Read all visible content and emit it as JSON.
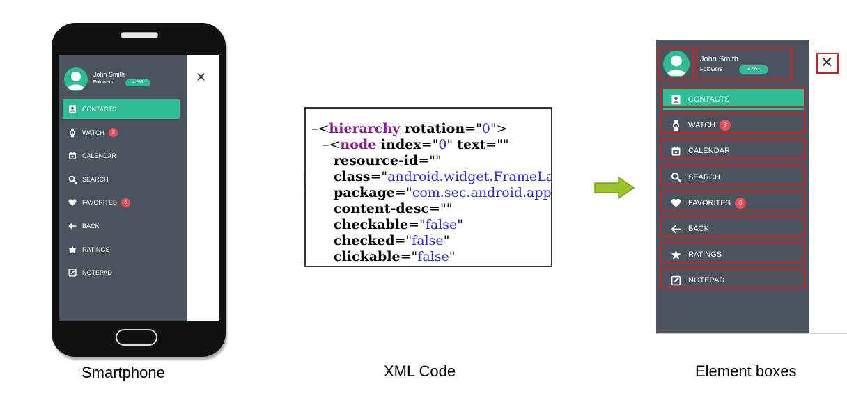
{
  "captions": {
    "smartphone": "Smartphone",
    "xml": "XML Code",
    "element_boxes": "Element boxes"
  },
  "profile": {
    "name": "John Smith",
    "followers_label": "Folowers",
    "followers_count": "4.563"
  },
  "menu": [
    {
      "label": "CONTACTS",
      "icon": "contacts-icon",
      "active": true
    },
    {
      "label": "WATCH",
      "icon": "watch-icon",
      "badge": "3"
    },
    {
      "label": "CALENDAR",
      "icon": "calendar-icon"
    },
    {
      "label": "SEARCH",
      "icon": "search-icon"
    },
    {
      "label": "FAVORITES",
      "icon": "heart-icon",
      "badge": "6"
    },
    {
      "label": "BACK",
      "icon": "back-arrow-icon"
    },
    {
      "label": "RATINGS",
      "icon": "star-icon"
    },
    {
      "label": "NOTEPAD",
      "icon": "notepad-icon"
    }
  ],
  "close_symbol": "✕",
  "xml_lines": [
    [
      [
        "d",
        "–<"
      ],
      [
        "t",
        "hierarchy"
      ],
      [
        "k",
        " rotation"
      ],
      [
        "d",
        "=\""
      ],
      [
        "v",
        "0"
      ],
      [
        "d",
        "\">"
      ]
    ],
    [
      [
        "d",
        "–<"
      ],
      [
        "t",
        "node"
      ],
      [
        "k",
        " index"
      ],
      [
        "d",
        "=\""
      ],
      [
        "v",
        "0"
      ],
      [
        "d",
        "\" "
      ],
      [
        "k",
        "text"
      ],
      [
        "d",
        "=\"\""
      ]
    ],
    [
      [
        "k",
        "resource-id"
      ],
      [
        "d",
        "=\"\""
      ]
    ],
    [
      [
        "k",
        "class"
      ],
      [
        "d",
        "=\""
      ],
      [
        "v",
        "android.widget.FrameLa"
      ]
    ],
    [
      [
        "k",
        "package"
      ],
      [
        "d",
        "=\""
      ],
      [
        "v",
        "com.sec.android.app"
      ]
    ],
    [
      [
        "k",
        "content-desc"
      ],
      [
        "d",
        "=\"\""
      ]
    ],
    [
      [
        "k",
        "checkable"
      ],
      [
        "d",
        "=\""
      ],
      [
        "v",
        "false"
      ],
      [
        "d",
        "\""
      ]
    ],
    [
      [
        "k",
        "checked"
      ],
      [
        "d",
        "=\""
      ],
      [
        "v",
        "false"
      ],
      [
        "d",
        "\""
      ]
    ],
    [
      [
        "k",
        "clickable"
      ],
      [
        "d",
        "=\""
      ],
      [
        "v",
        "false"
      ],
      [
        "d",
        "\""
      ]
    ]
  ],
  "colors": {
    "drawer": "#4b535e",
    "accent": "#2ebd97",
    "badge": "#ec4f55",
    "box_outline": "#d81b1b",
    "arrow": "#9bc428"
  }
}
